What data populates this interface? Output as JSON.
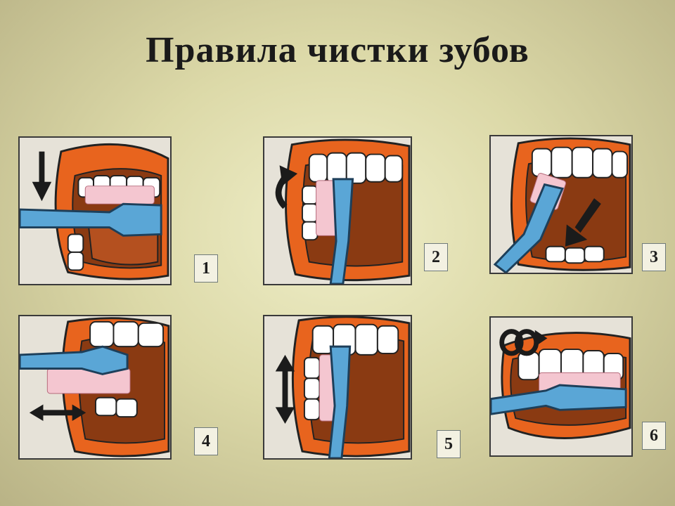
{
  "title": "Правила чистки зубов",
  "steps": [
    {
      "number": "1"
    },
    {
      "number": "2"
    },
    {
      "number": "3"
    },
    {
      "number": "4"
    },
    {
      "number": "5"
    },
    {
      "number": "6"
    }
  ],
  "colors": {
    "lips": "#e8641e",
    "mouth": "#8a3a12",
    "teeth": "#ffffff",
    "toothbrush": "#5aa6d6",
    "bristles": "#f4c6d0",
    "arrow": "#1b1b1b"
  }
}
